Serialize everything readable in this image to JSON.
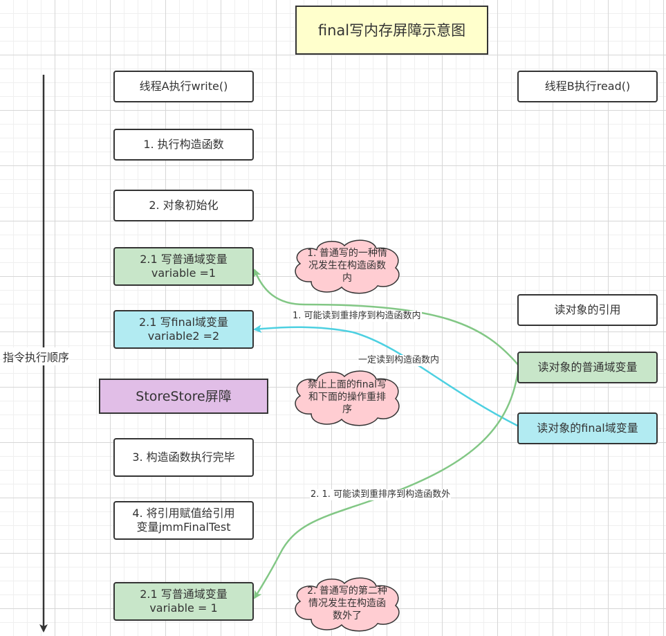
{
  "title": "final写内存屏障示意图",
  "axis_label": "指令执行顺序",
  "thread_a": {
    "header": "线程A执行write()",
    "steps": [
      "1. 执行构造函数",
      "2. 对象初始化",
      "2.1 写普通域变量\nvariable =1",
      "2.1 写final域变量\nvariable2 =2",
      "StoreStore屏障",
      "3. 构造函数执行完毕",
      "4. 将引用赋值给引用\n变量jmmFinalTest",
      "2.1 写普通域变量\nvariable = 1"
    ]
  },
  "thread_b": {
    "header": "线程B执行read()",
    "steps": [
      "读对象的引用",
      "读对象的普通域变量",
      "读对象的final域变量"
    ]
  },
  "notes": [
    "1. 普通写的一种情\n况发生在构造函数\n内",
    "禁止上面的final写\n和下面的操作重排\n序",
    "2. 普通写的第二种\n情况发生在构造函\n数外了"
  ],
  "edge_labels": [
    "1. 可能读到重排序到构造函数内",
    "一定读到构造函数内",
    "2. 1. 可能读到重排序到构造函数外"
  ],
  "colors": {
    "normal_field": "#c8e6c9",
    "final_field": "#b2ebf2",
    "barrier": "#e1bee7",
    "title": "#ffffcc",
    "note": "#ffcdd2",
    "arrow_green": "#82c785",
    "arrow_cyan": "#4dd0e1"
  }
}
